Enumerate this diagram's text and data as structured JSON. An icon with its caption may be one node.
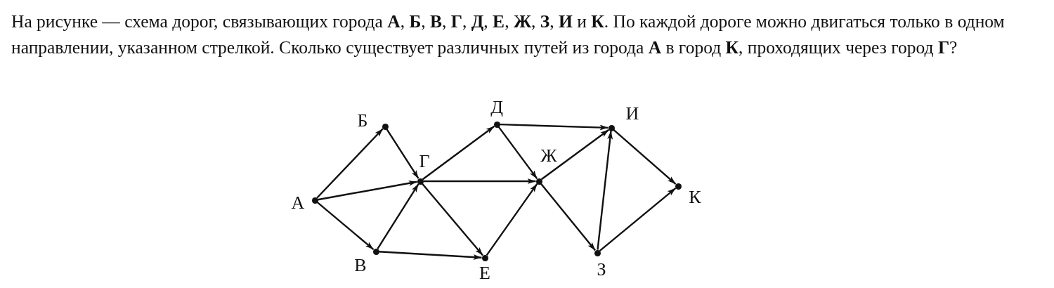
{
  "diagram": {
    "title": "На рисунке — схема дорог, связывающих города **А**, **Б**, **В**, **Г**, **Д**, **Е**, **Ж**, **З**, **И** и **К**. По каждой дороге можно двигаться только в одном направлении, указанном стрелкой. Сколько существует различных путей из города **А** в город **К**, проходящих через город **Г**?",
    "nodes": [
      {
        "text": [
          "А"
        ]
      },
      {
        "text": [
          "Б"
        ]
      },
      {
        "text": [
          "В"
        ]
      },
      {
        "text": [
          "Г"
        ]
      },
      {
        "text": [
          "Д"
        ]
      },
      {
        "text": [
          "Е"
        ]
      },
      {
        "text": [
          "Ж"
        ]
      },
      {
        "text": [
          "И"
        ]
      },
      {
        "text": [
          "З"
        ]
      },
      {
        "text": [
          "К"
        ]
      }
    ],
    "edges": [
      {
        "from": 0,
        "to": 1,
        "arrow": "to"
      },
      {
        "from": 0,
        "to": 3,
        "arrow": "to"
      },
      {
        "from": 0,
        "to": 2,
        "arrow": "to"
      },
      {
        "from": 1,
        "to": 3,
        "arrow": "to"
      },
      {
        "from": 2,
        "to": 3,
        "arrow": "to"
      },
      {
        "from": 2,
        "to": 5,
        "arrow": "to"
      },
      {
        "from": 3,
        "to": 4,
        "arrow": "to"
      },
      {
        "from": 3,
        "to": 6,
        "arrow": "to"
      },
      {
        "from": 3,
        "to": 5,
        "arrow": "to"
      },
      {
        "from": 4,
        "to": 7,
        "arrow": "to"
      },
      {
        "from": 4,
        "to": 6,
        "arrow": "to"
      },
      {
        "from": 5,
        "to": 6,
        "arrow": "to"
      },
      {
        "from": 6,
        "to": 7,
        "arrow": "to"
      },
      {
        "from": 6,
        "to": 8,
        "arrow": "to"
      },
      {
        "from": 8,
        "to": 7,
        "arrow": "to"
      },
      {
        "from": 8,
        "to": 9,
        "arrow": "to"
      },
      {
        "from": 7,
        "to": 9,
        "arrow": "to"
      }
    ]
  }
}
